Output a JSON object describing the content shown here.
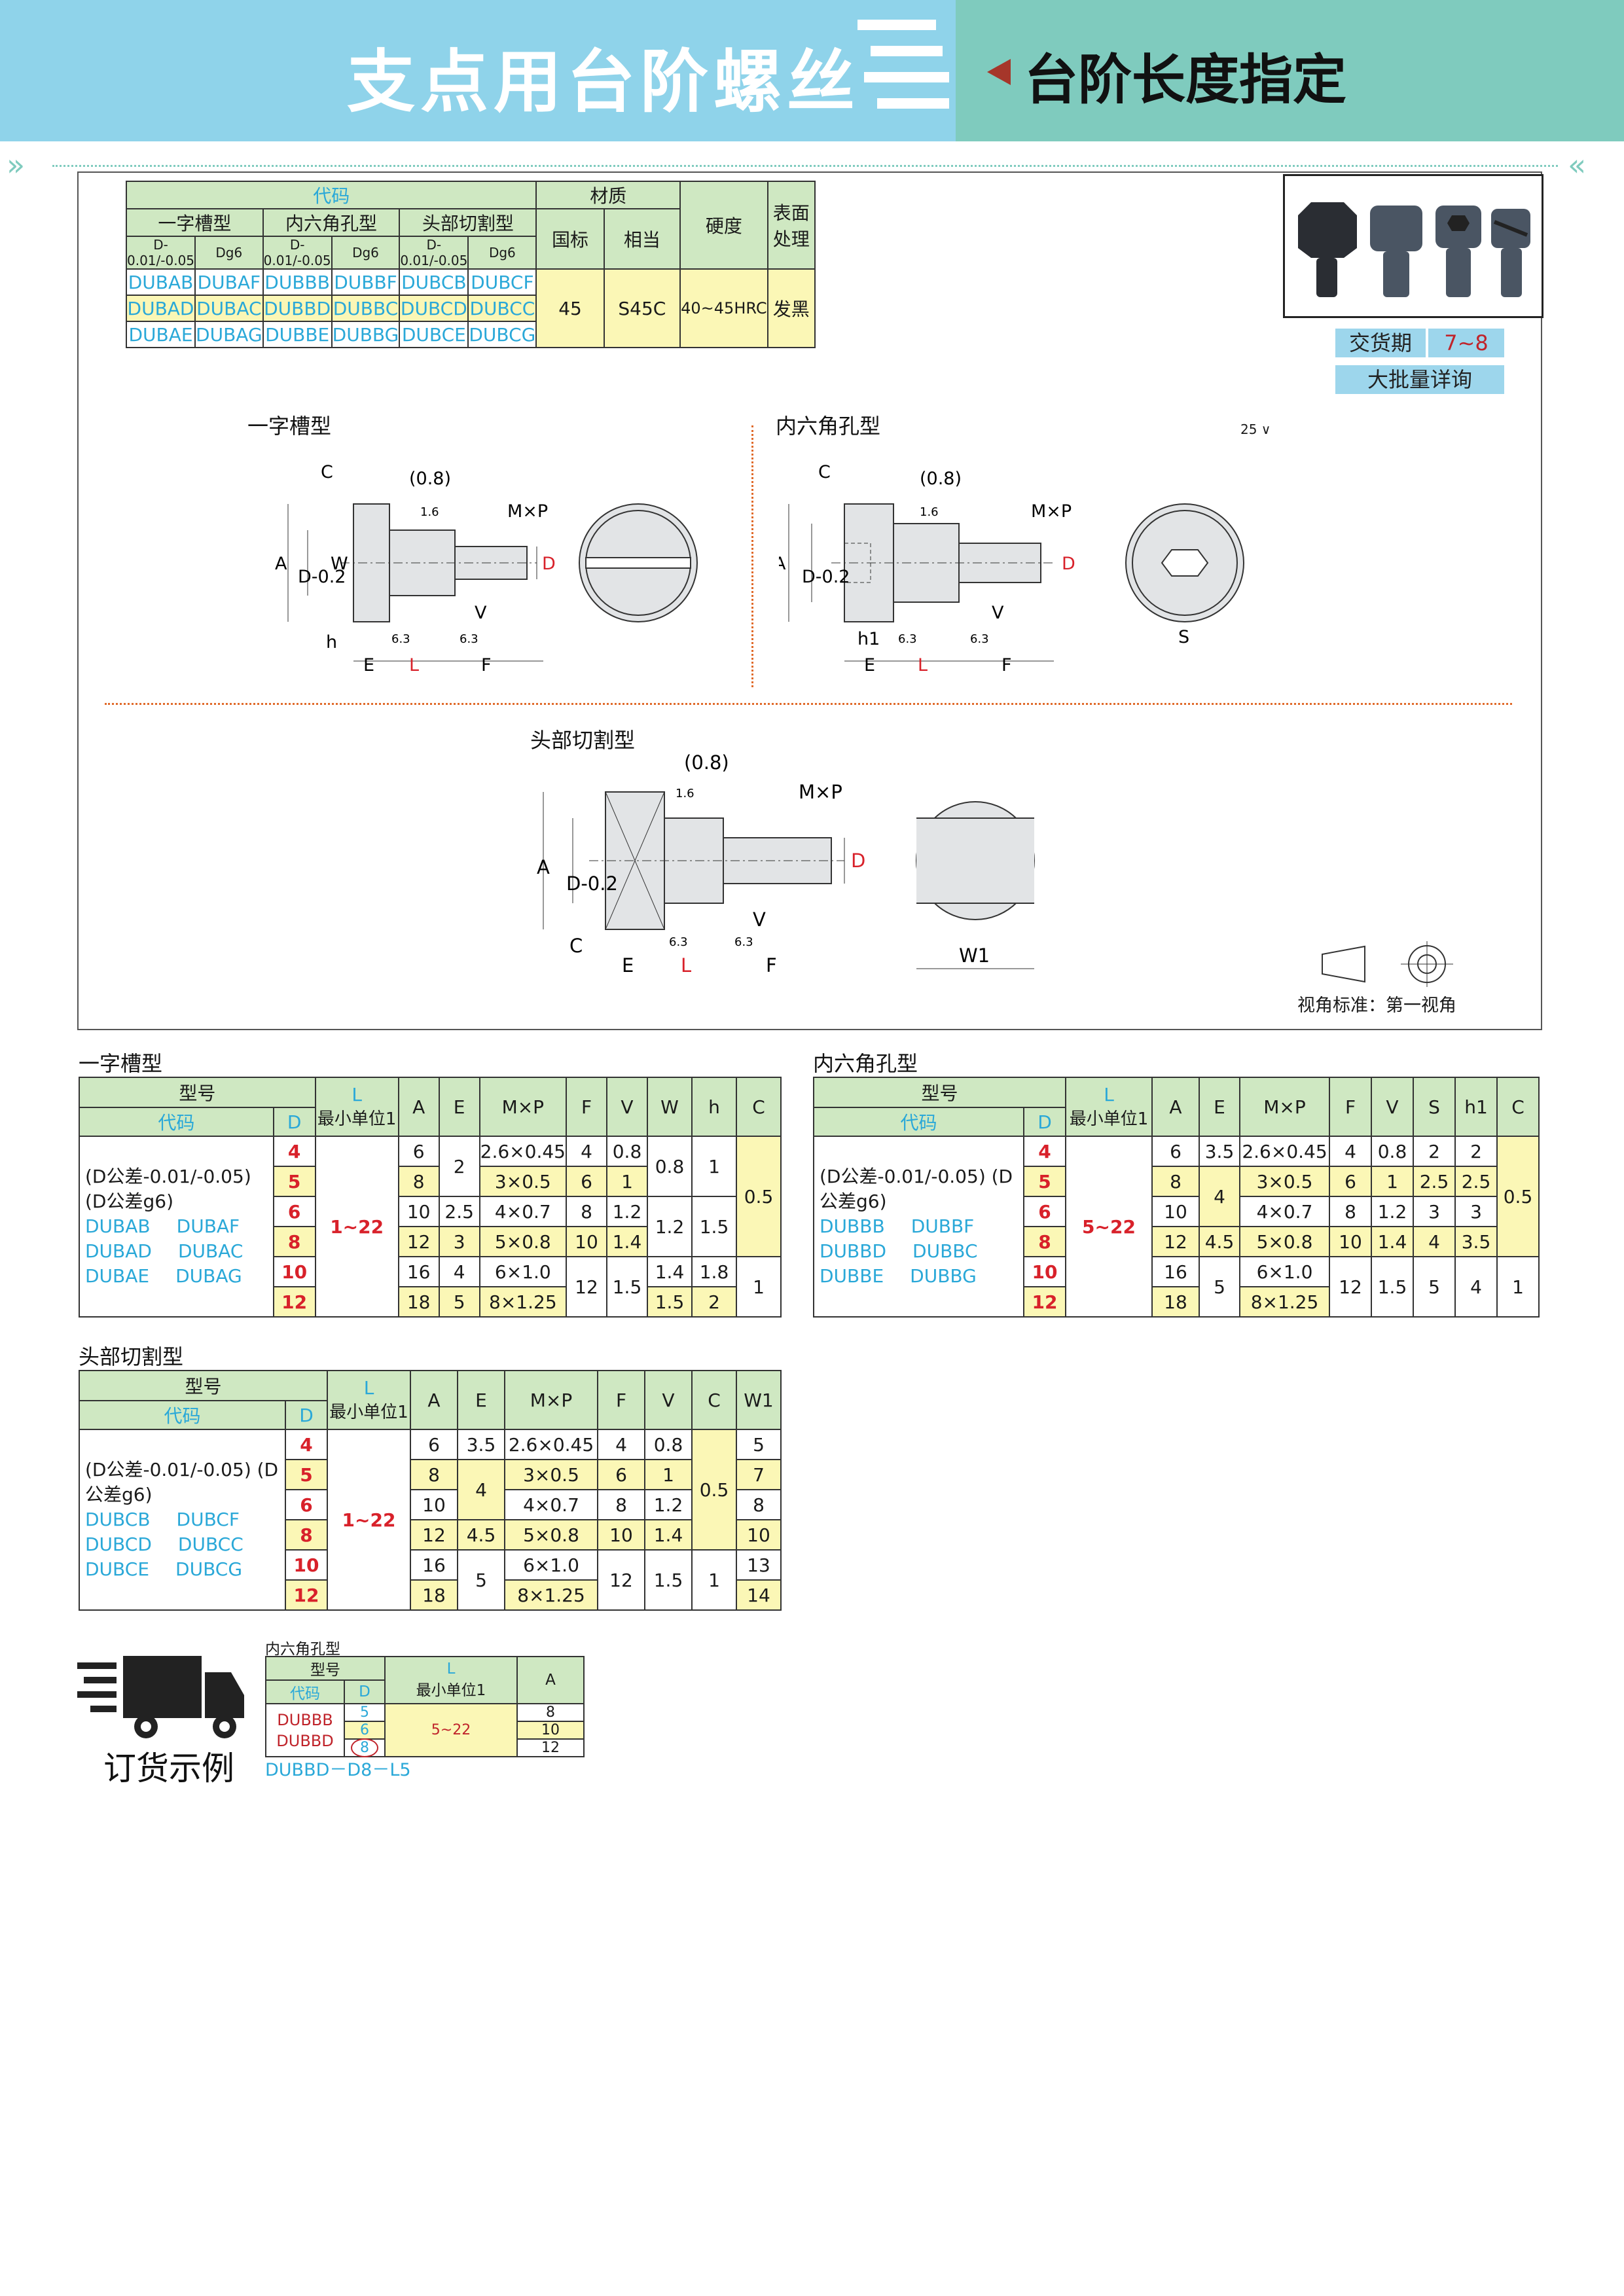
{
  "header": {
    "title": "支点用台阶螺丝",
    "subtitle": "台阶长度指定"
  },
  "top_table": {
    "group_header": "代码",
    "type_headers": [
      "一字槽型",
      "内六角孔型",
      "头部切割型"
    ],
    "sub_headers": [
      "D-0.01/-0.05",
      "Dg6",
      "D-0.01/-0.05",
      "Dg6",
      "D-0.01/-0.05",
      "Dg6"
    ],
    "codes": [
      [
        "DUBAB",
        "DUBAF",
        "DUBBB",
        "DUBBF",
        "DUBCB",
        "DUBCF"
      ],
      [
        "DUBAD",
        "DUBAC",
        "DUBBD",
        "DUBBC",
        "DUBCD",
        "DUBCC"
      ],
      [
        "DUBAE",
        "DUBAG",
        "DUBBE",
        "DUBBG",
        "DUBCE",
        "DUBCG"
      ]
    ],
    "material": "材质",
    "std": "国标",
    "equiv": "相当",
    "hardness": "硬度",
    "surface": "表面处理",
    "vals": {
      "std": "45",
      "equiv": "S45C",
      "hardness": "40~45HRC",
      "surface": "发黑"
    }
  },
  "delivery": {
    "label": "交货期",
    "days": "7~8",
    "bulk": "大批量详询"
  },
  "drawings": {
    "slot": "一字槽型",
    "hex": "内六角孔型",
    "cut": "头部切割型",
    "roughness": "25",
    "view": "视角标准：第一视角",
    "dims": {
      "c": "C",
      "c08": "(0.8)",
      "r16": "1.6",
      "mxp": "M×P",
      "a": "A",
      "d02": "D-0.2",
      "w": "W",
      "d": "D",
      "v": "V",
      "h": "h",
      "h1": "h1",
      "e": "E",
      "l": "L",
      "f": "F",
      "r63": "6.3",
      "s": "S",
      "w1": "W1"
    }
  },
  "slot_table": {
    "title": "一字槽型",
    "model": "型号",
    "code": "代码",
    "d": "D",
    "l": "L",
    "lunit": "最小单位1",
    "cols": [
      "A",
      "E",
      "M×P",
      "F",
      "V",
      "W",
      "h",
      "C"
    ],
    "tol": "(D公差-0.01/-0.05) (D公差g6)",
    "codes": [
      "DUBAB",
      "DUBAF",
      "DUBAD",
      "DUBAC",
      "DUBAE",
      "DUBAG"
    ],
    "lrange": "1~22",
    "rows": [
      {
        "d": "4",
        "a": "6",
        "mxp": "2.6×0.45",
        "f": "4",
        "v": "0.8"
      },
      {
        "d": "5",
        "a": "8",
        "mxp": "3×0.5",
        "f": "6",
        "v": "1"
      },
      {
        "d": "6",
        "a": "10",
        "e": "2.5",
        "mxp": "4×0.7",
        "f": "8",
        "v": "1.2"
      },
      {
        "d": "8",
        "a": "12",
        "e": "3",
        "mxp": "5×0.8",
        "f": "10",
        "v": "1.4"
      },
      {
        "d": "10",
        "a": "16",
        "e": "4",
        "mxp": "6×1.0",
        "w": "1.4",
        "h": "1.8",
        "c": "1"
      },
      {
        "d": "12",
        "a": "18",
        "e": "5",
        "mxp": "8×1.25",
        "w": "1.5",
        "h": "2"
      }
    ],
    "merged": {
      "e12": "2",
      "w12": "0.8",
      "h12": "1",
      "c": "0.5",
      "w34": "1.2",
      "h34": "1.5",
      "f56": "12",
      "v56": "1.5"
    }
  },
  "hex_table": {
    "title": "内六角孔型",
    "cols": [
      "A",
      "E",
      "M×P",
      "F",
      "V",
      "S",
      "h1",
      "C"
    ],
    "codes": [
      "DUBBB",
      "DUBBF",
      "DUBBD",
      "DUBBC",
      "DUBBE",
      "DUBBG"
    ],
    "lrange": "5~22",
    "rows": [
      {
        "d": "4",
        "a": "6",
        "e": "3.5",
        "mxp": "2.6×0.45",
        "f": "4",
        "v": "0.8",
        "s": "2",
        "h1": "2"
      },
      {
        "d": "5",
        "a": "8",
        "mxp": "3×0.5",
        "f": "6",
        "v": "1",
        "s": "2.5",
        "h1": "2.5",
        "c": "0.5"
      },
      {
        "d": "6",
        "a": "10",
        "mxp": "4×0.7",
        "f": "8",
        "v": "1.2",
        "s": "3",
        "h1": "3"
      },
      {
        "d": "8",
        "a": "12",
        "e": "4.5",
        "mxp": "5×0.8",
        "f": "10",
        "v": "1.4",
        "s": "4",
        "h1": "3.5"
      },
      {
        "d": "10",
        "a": "16",
        "mxp": "6×1.0",
        "c": "1"
      },
      {
        "d": "12",
        "a": "18",
        "mxp": "8×1.25"
      }
    ],
    "merged": {
      "e23": "4",
      "e56": "5",
      "f56": "12",
      "v56": "1.5",
      "s56": "5",
      "h156": "4"
    }
  },
  "cut_table": {
    "title": "头部切割型",
    "cols": [
      "A",
      "E",
      "M×P",
      "F",
      "V",
      "C",
      "W1"
    ],
    "codes": [
      "DUBCB",
      "DUBCF",
      "DUBCD",
      "DUBCC",
      "DUBCE",
      "DUBCG"
    ],
    "lrange": "1~22",
    "rows": [
      {
        "d": "4",
        "a": "6",
        "e": "3.5",
        "mxp": "2.6×0.45",
        "f": "4",
        "v": "0.8",
        "w1": "5"
      },
      {
        "d": "5",
        "a": "8",
        "mxp": "3×0.5",
        "f": "6",
        "v": "1",
        "c": "0.5",
        "w1": "7"
      },
      {
        "d": "6",
        "a": "10",
        "mxp": "4×0.7",
        "f": "8",
        "v": "1.2",
        "w1": "8"
      },
      {
        "d": "8",
        "a": "12",
        "e": "4.5",
        "mxp": "5×0.8",
        "f": "10",
        "v": "1.4",
        "w1": "10"
      },
      {
        "d": "10",
        "a": "16",
        "mxp": "6×1.0",
        "c": "1",
        "w1": "13"
      },
      {
        "d": "12",
        "a": "18",
        "mxp": "8×1.25",
        "w1": "14"
      }
    ],
    "merged": {
      "e23": "4",
      "e56": "5",
      "f56": "12",
      "v56": "1.5"
    }
  },
  "order": {
    "label": "订货示例",
    "title": "内六角孔型",
    "model": "型号",
    "code": "代码",
    "d": "D",
    "l": "L",
    "lunit": "最小单位1",
    "a": "A",
    "codes": [
      "DUBBB",
      "DUBBD"
    ],
    "ds": [
      "5",
      "6",
      "8"
    ],
    "lrange": "5~22",
    "as": [
      "8",
      "10",
      "12"
    ],
    "example": "DUBBD－D8－L5"
  }
}
